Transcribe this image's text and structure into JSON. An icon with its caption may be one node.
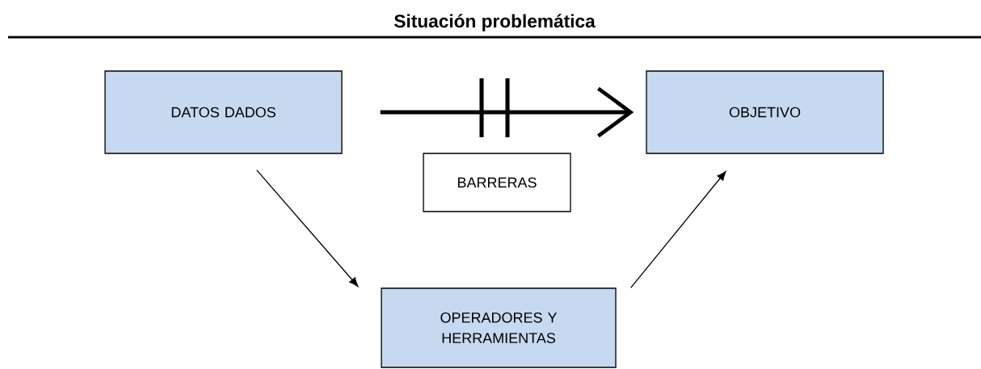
{
  "diagram": {
    "title": "Situación problemática",
    "nodes": [
      {
        "text": [
          "DATOS DADOS"
        ]
      },
      {
        "text": [
          "OBJETIVO"
        ]
      },
      {
        "text": [
          "BARRERAS"
        ]
      },
      {
        "text": [
          "OPERADORES Y HERRAMIENTAS"
        ]
      }
    ],
    "edges": [
      {
        "from": 0,
        "to": 1,
        "arrow": "to",
        "style": "thick"
      },
      {
        "from": 0,
        "to": 3,
        "arrow": "to"
      },
      {
        "from": 3,
        "to": 1,
        "arrow": "to"
      }
    ]
  }
}
